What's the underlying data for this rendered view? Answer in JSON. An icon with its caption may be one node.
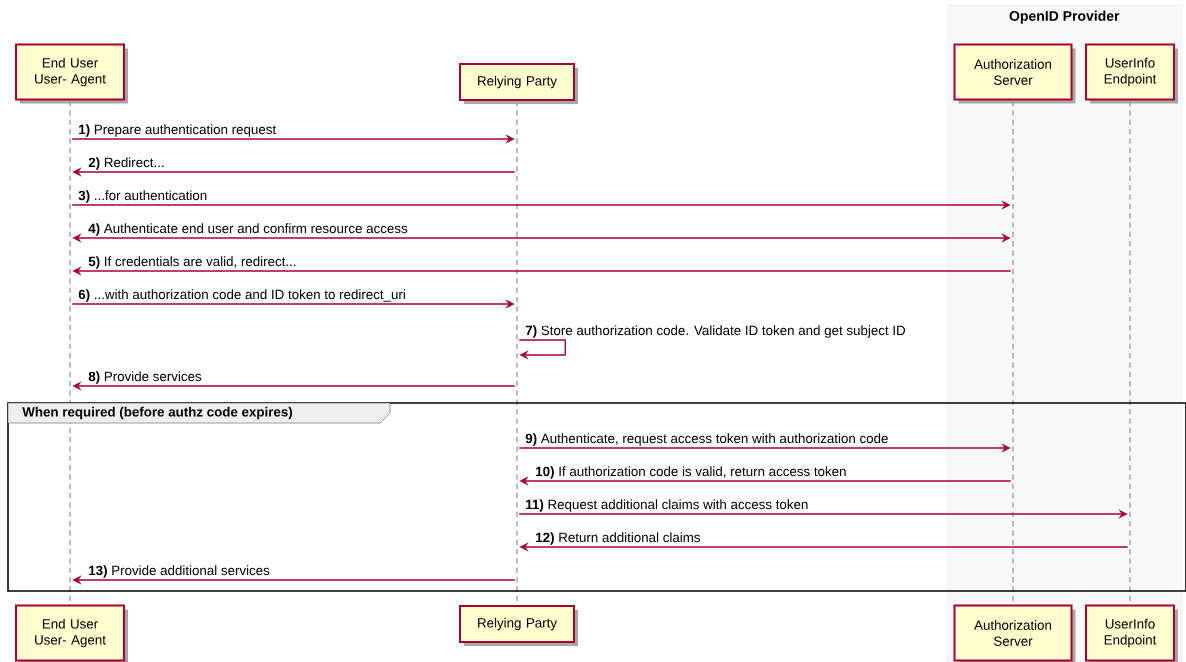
{
  "diagram": {
    "nodes": [
      {
        "text": [
          "OpenID Provider"
        ]
      },
      {
        "text": [
          "End User User- Agent"
        ]
      },
      {
        "text": [
          "Relying Party"
        ]
      },
      {
        "text": [
          "Authorization Server"
        ],
        "in": 0
      },
      {
        "text": [
          "UserInfo Endpoint"
        ],
        "in": 0
      },
      {
        "text": [
          "End User User- Agent"
        ]
      },
      {
        "text": [
          "Relying Party"
        ]
      },
      {
        "text": [
          "Authorization Server"
        ],
        "in": 0
      },
      {
        "text": [
          "UserInfo Endpoint"
        ],
        "in": 0
      },
      {
        "text": [],
        "shape": "line"
      },
      {
        "text": [],
        "shape": "line"
      },
      {
        "text": [],
        "shape": "line",
        "in": 0
      },
      {
        "text": [],
        "shape": "line",
        "in": 0
      }
    ],
    "edges": [
      {
        "from": 9,
        "to": 10,
        "arrow": "to",
        "label": "**1)** Prepare authentication request"
      },
      {
        "from": 10,
        "to": 9,
        "arrow": "to",
        "label": "**2)** Redirect..."
      },
      {
        "from": 9,
        "to": 11,
        "arrow": "to",
        "label": "**3)** ...for authentication"
      },
      {
        "from": 9,
        "to": 11,
        "arrow": "both",
        "label": "**4)** Authenticate end user and confirm resource access"
      },
      {
        "from": 11,
        "to": 9,
        "arrow": "to",
        "label": "**5)** If credentials are valid, redirect..."
      },
      {
        "from": 9,
        "to": 10,
        "arrow": "to",
        "label": "**6)** ...with authorization code and ID token to redirect_uri"
      },
      {
        "from": 10,
        "to": 10,
        "arrow": "to",
        "label": "**7)** Store authorization code. Validate ID token and get subject ID"
      },
      {
        "from": 10,
        "to": 9,
        "arrow": "to",
        "label": "**8)** Provide services"
      },
      {
        "from": 10,
        "to": 11,
        "arrow": "to",
        "label": "**9)** Authenticate, request access token with authorization code"
      },
      {
        "from": 11,
        "to": 10,
        "arrow": "to",
        "label": "**10)** If authorization code is valid, return access token"
      },
      {
        "from": 10,
        "to": 12,
        "arrow": "to",
        "label": "**11)** Request additional claims with access token"
      },
      {
        "from": 12,
        "to": 10,
        "arrow": "to",
        "label": "**12)** Return additional claims"
      },
      {
        "from": 10,
        "to": 9,
        "arrow": "to",
        "label": "**13)** Provide additional services"
      }
    ],
    "labels": [
      "When required (before authz code expires)"
    ]
  }
}
